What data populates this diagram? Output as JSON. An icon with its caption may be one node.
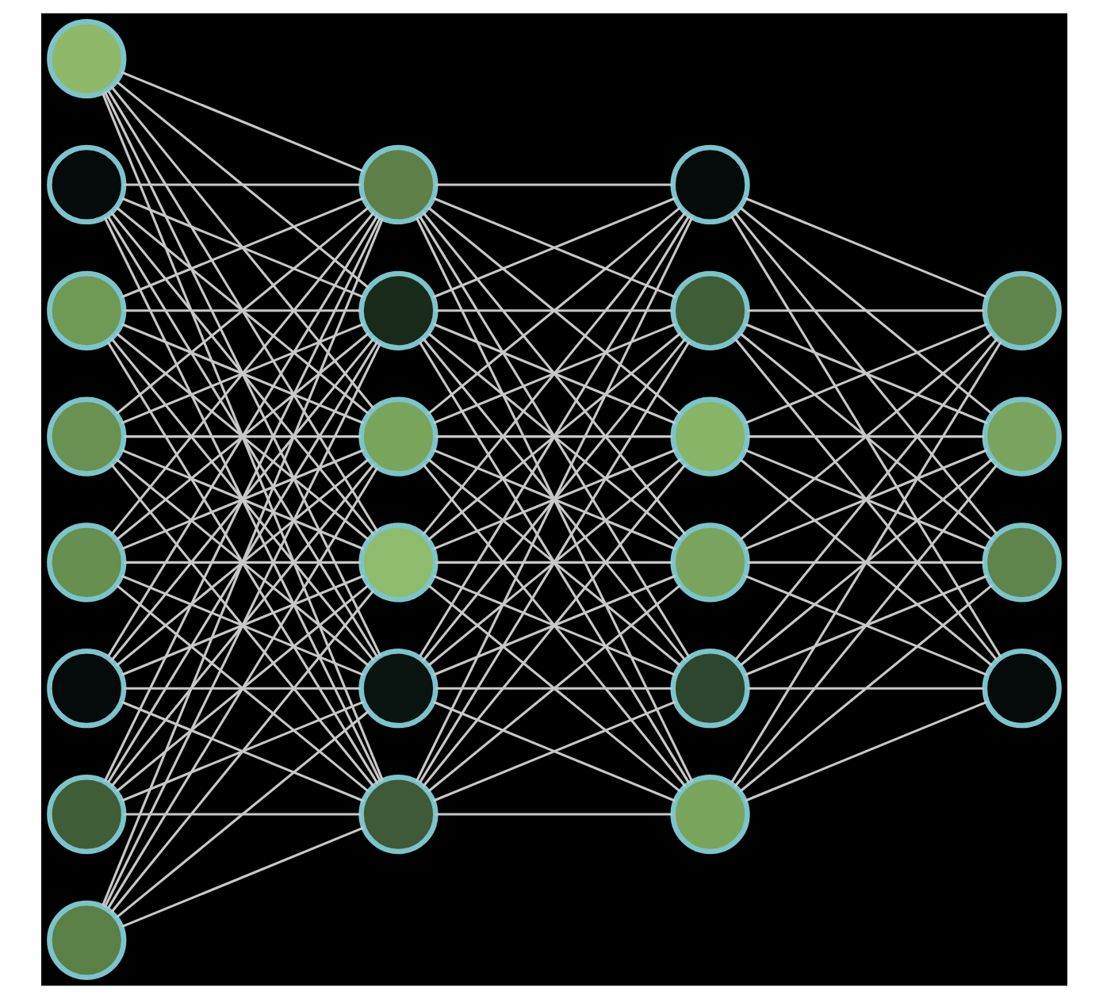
{
  "diagram": {
    "nodes": [
      {
        "text": [],
        "shape": "circle"
      },
      {
        "text": [],
        "shape": "circle"
      },
      {
        "text": [],
        "shape": "circle"
      },
      {
        "text": [],
        "shape": "circle"
      },
      {
        "text": [],
        "shape": "circle"
      },
      {
        "text": [],
        "shape": "circle"
      },
      {
        "text": [],
        "shape": "circle"
      },
      {
        "text": [],
        "shape": "circle"
      },
      {
        "text": [],
        "shape": "circle"
      },
      {
        "text": [],
        "shape": "circle"
      },
      {
        "text": [],
        "shape": "circle"
      },
      {
        "text": [],
        "shape": "circle"
      },
      {
        "text": [],
        "shape": "circle"
      },
      {
        "text": [],
        "shape": "circle"
      },
      {
        "text": [],
        "shape": "circle"
      },
      {
        "text": [],
        "shape": "circle"
      },
      {
        "text": [],
        "shape": "circle"
      },
      {
        "text": [],
        "shape": "circle"
      },
      {
        "text": [],
        "shape": "circle"
      },
      {
        "text": [],
        "shape": "circle"
      },
      {
        "text": [],
        "shape": "circle"
      },
      {
        "text": [],
        "shape": "circle"
      },
      {
        "text": [],
        "shape": "circle"
      },
      {
        "text": [],
        "shape": "circle"
      }
    ],
    "edges": [
      {
        "from": 0,
        "to": 8,
        "arrow": "none"
      },
      {
        "from": 0,
        "to": 9,
        "arrow": "none"
      },
      {
        "from": 0,
        "to": 10,
        "arrow": "none"
      },
      {
        "from": 0,
        "to": 11,
        "arrow": "none"
      },
      {
        "from": 0,
        "to": 12,
        "arrow": "none"
      },
      {
        "from": 0,
        "to": 13,
        "arrow": "none"
      },
      {
        "from": 1,
        "to": 8,
        "arrow": "none"
      },
      {
        "from": 1,
        "to": 9,
        "arrow": "none"
      },
      {
        "from": 1,
        "to": 10,
        "arrow": "none"
      },
      {
        "from": 1,
        "to": 11,
        "arrow": "none"
      },
      {
        "from": 1,
        "to": 12,
        "arrow": "none"
      },
      {
        "from": 1,
        "to": 13,
        "arrow": "none"
      },
      {
        "from": 2,
        "to": 8,
        "arrow": "none"
      },
      {
        "from": 2,
        "to": 9,
        "arrow": "none"
      },
      {
        "from": 2,
        "to": 10,
        "arrow": "none"
      },
      {
        "from": 2,
        "to": 11,
        "arrow": "none"
      },
      {
        "from": 2,
        "to": 12,
        "arrow": "none"
      },
      {
        "from": 2,
        "to": 13,
        "arrow": "none"
      },
      {
        "from": 3,
        "to": 8,
        "arrow": "none"
      },
      {
        "from": 3,
        "to": 9,
        "arrow": "none"
      },
      {
        "from": 3,
        "to": 10,
        "arrow": "none"
      },
      {
        "from": 3,
        "to": 11,
        "arrow": "none"
      },
      {
        "from": 3,
        "to": 12,
        "arrow": "none"
      },
      {
        "from": 3,
        "to": 13,
        "arrow": "none"
      },
      {
        "from": 4,
        "to": 8,
        "arrow": "none"
      },
      {
        "from": 4,
        "to": 9,
        "arrow": "none"
      },
      {
        "from": 4,
        "to": 10,
        "arrow": "none"
      },
      {
        "from": 4,
        "to": 11,
        "arrow": "none"
      },
      {
        "from": 4,
        "to": 12,
        "arrow": "none"
      },
      {
        "from": 4,
        "to": 13,
        "arrow": "none"
      },
      {
        "from": 5,
        "to": 8,
        "arrow": "none"
      },
      {
        "from": 5,
        "to": 9,
        "arrow": "none"
      },
      {
        "from": 5,
        "to": 10,
        "arrow": "none"
      },
      {
        "from": 5,
        "to": 11,
        "arrow": "none"
      },
      {
        "from": 5,
        "to": 12,
        "arrow": "none"
      },
      {
        "from": 5,
        "to": 13,
        "arrow": "none"
      },
      {
        "from": 6,
        "to": 8,
        "arrow": "none"
      },
      {
        "from": 6,
        "to": 9,
        "arrow": "none"
      },
      {
        "from": 6,
        "to": 10,
        "arrow": "none"
      },
      {
        "from": 6,
        "to": 11,
        "arrow": "none"
      },
      {
        "from": 6,
        "to": 12,
        "arrow": "none"
      },
      {
        "from": 6,
        "to": 13,
        "arrow": "none"
      },
      {
        "from": 7,
        "to": 8,
        "arrow": "none"
      },
      {
        "from": 7,
        "to": 9,
        "arrow": "none"
      },
      {
        "from": 7,
        "to": 10,
        "arrow": "none"
      },
      {
        "from": 7,
        "to": 11,
        "arrow": "none"
      },
      {
        "from": 7,
        "to": 12,
        "arrow": "none"
      },
      {
        "from": 7,
        "to": 13,
        "arrow": "none"
      },
      {
        "from": 8,
        "to": 14,
        "arrow": "none"
      },
      {
        "from": 8,
        "to": 15,
        "arrow": "none"
      },
      {
        "from": 8,
        "to": 16,
        "arrow": "none"
      },
      {
        "from": 8,
        "to": 17,
        "arrow": "none"
      },
      {
        "from": 8,
        "to": 18,
        "arrow": "none"
      },
      {
        "from": 8,
        "to": 19,
        "arrow": "none"
      },
      {
        "from": 9,
        "to": 14,
        "arrow": "none"
      },
      {
        "from": 9,
        "to": 15,
        "arrow": "none"
      },
      {
        "from": 9,
        "to": 16,
        "arrow": "none"
      },
      {
        "from": 9,
        "to": 17,
        "arrow": "none"
      },
      {
        "from": 9,
        "to": 18,
        "arrow": "none"
      },
      {
        "from": 9,
        "to": 19,
        "arrow": "none"
      },
      {
        "from": 10,
        "to": 14,
        "arrow": "none"
      },
      {
        "from": 10,
        "to": 15,
        "arrow": "none"
      },
      {
        "from": 10,
        "to": 16,
        "arrow": "none"
      },
      {
        "from": 10,
        "to": 17,
        "arrow": "none"
      },
      {
        "from": 10,
        "to": 18,
        "arrow": "none"
      },
      {
        "from": 10,
        "to": 19,
        "arrow": "none"
      },
      {
        "from": 11,
        "to": 14,
        "arrow": "none"
      },
      {
        "from": 11,
        "to": 15,
        "arrow": "none"
      },
      {
        "from": 11,
        "to": 16,
        "arrow": "none"
      },
      {
        "from": 11,
        "to": 17,
        "arrow": "none"
      },
      {
        "from": 11,
        "to": 18,
        "arrow": "none"
      },
      {
        "from": 11,
        "to": 19,
        "arrow": "none"
      },
      {
        "from": 12,
        "to": 14,
        "arrow": "none"
      },
      {
        "from": 12,
        "to": 15,
        "arrow": "none"
      },
      {
        "from": 12,
        "to": 16,
        "arrow": "none"
      },
      {
        "from": 12,
        "to": 17,
        "arrow": "none"
      },
      {
        "from": 12,
        "to": 18,
        "arrow": "none"
      },
      {
        "from": 12,
        "to": 19,
        "arrow": "none"
      },
      {
        "from": 13,
        "to": 14,
        "arrow": "none"
      },
      {
        "from": 13,
        "to": 15,
        "arrow": "none"
      },
      {
        "from": 13,
        "to": 16,
        "arrow": "none"
      },
      {
        "from": 13,
        "to": 17,
        "arrow": "none"
      },
      {
        "from": 13,
        "to": 18,
        "arrow": "none"
      },
      {
        "from": 13,
        "to": 19,
        "arrow": "none"
      },
      {
        "from": 14,
        "to": 20,
        "arrow": "none"
      },
      {
        "from": 14,
        "to": 21,
        "arrow": "none"
      },
      {
        "from": 14,
        "to": 22,
        "arrow": "none"
      },
      {
        "from": 14,
        "to": 23,
        "arrow": "none"
      },
      {
        "from": 15,
        "to": 20,
        "arrow": "none"
      },
      {
        "from": 15,
        "to": 21,
        "arrow": "none"
      },
      {
        "from": 15,
        "to": 22,
        "arrow": "none"
      },
      {
        "from": 15,
        "to": 23,
        "arrow": "none"
      },
      {
        "from": 16,
        "to": 20,
        "arrow": "none"
      },
      {
        "from": 16,
        "to": 21,
        "arrow": "none"
      },
      {
        "from": 16,
        "to": 22,
        "arrow": "none"
      },
      {
        "from": 16,
        "to": 23,
        "arrow": "none"
      },
      {
        "from": 17,
        "to": 20,
        "arrow": "none"
      },
      {
        "from": 17,
        "to": 21,
        "arrow": "none"
      },
      {
        "from": 17,
        "to": 22,
        "arrow": "none"
      },
      {
        "from": 17,
        "to": 23,
        "arrow": "none"
      },
      {
        "from": 18,
        "to": 20,
        "arrow": "none"
      },
      {
        "from": 18,
        "to": 21,
        "arrow": "none"
      },
      {
        "from": 18,
        "to": 22,
        "arrow": "none"
      },
      {
        "from": 18,
        "to": 23,
        "arrow": "none"
      },
      {
        "from": 19,
        "to": 20,
        "arrow": "none"
      },
      {
        "from": 19,
        "to": 21,
        "arrow": "none"
      },
      {
        "from": 19,
        "to": 22,
        "arrow": "none"
      },
      {
        "from": 19,
        "to": 23,
        "arrow": "none"
      }
    ]
  }
}
